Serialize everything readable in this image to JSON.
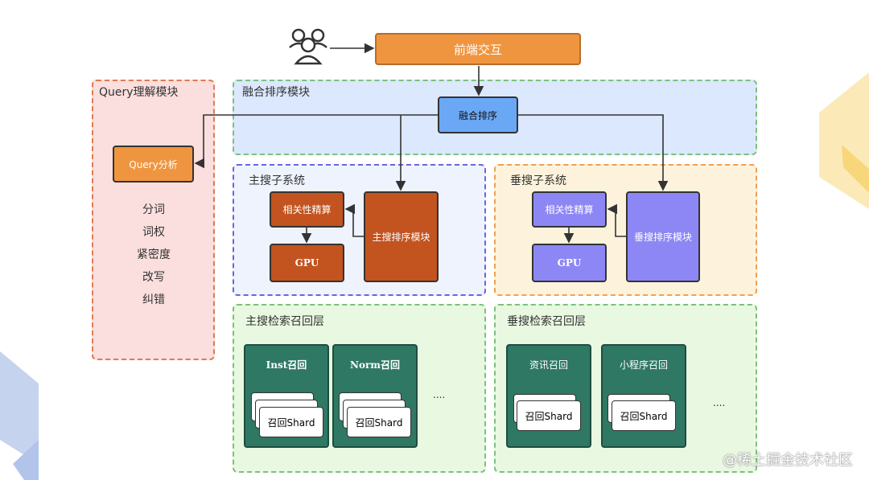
{
  "frontend": {
    "label": "前端交互"
  },
  "query_panel": {
    "title": "Query理解模块",
    "node": "Query分析",
    "items": [
      "分词",
      "词权",
      "紧密度",
      "改写",
      "纠错"
    ]
  },
  "fusion_panel": {
    "title": "融合排序模块",
    "node": "融合排序"
  },
  "main_search": {
    "title": "主搜子系统",
    "relevance": "相关性精算",
    "gpu": "GPU",
    "rank": "主搜排序模块"
  },
  "vertical_search": {
    "title": "垂搜子系统",
    "relevance": "相关性精算",
    "gpu": "GPU",
    "rank": "垂搜排序模块"
  },
  "main_recall": {
    "title": "主搜检索召回层",
    "groups": [
      {
        "label": "Inst召回",
        "shard": "召回Shard"
      },
      {
        "label": "Norm召回",
        "shard": "召回Shard"
      }
    ],
    "ellipsis": "...."
  },
  "vertical_recall": {
    "title": "垂搜检索召回层",
    "groups": [
      {
        "label": "资讯召回",
        "shard": "召回Shard"
      },
      {
        "label": "小程序召回",
        "shard": "召回Shard"
      }
    ],
    "ellipsis": "...."
  },
  "watermark": "@稀土掘金技术社区",
  "colors": {
    "orange": "#f0953f",
    "blue": "#6aa8f6",
    "rust": "#c3531f",
    "purple": "#8d87f6",
    "teal": "#2f7863",
    "fusion_bg": "#dbe8fd",
    "query_bg": "#fbdede",
    "main_bg": "#eef3fd",
    "vert_bg": "#fdf3dc",
    "recall_bg": "#e9f8e1"
  }
}
